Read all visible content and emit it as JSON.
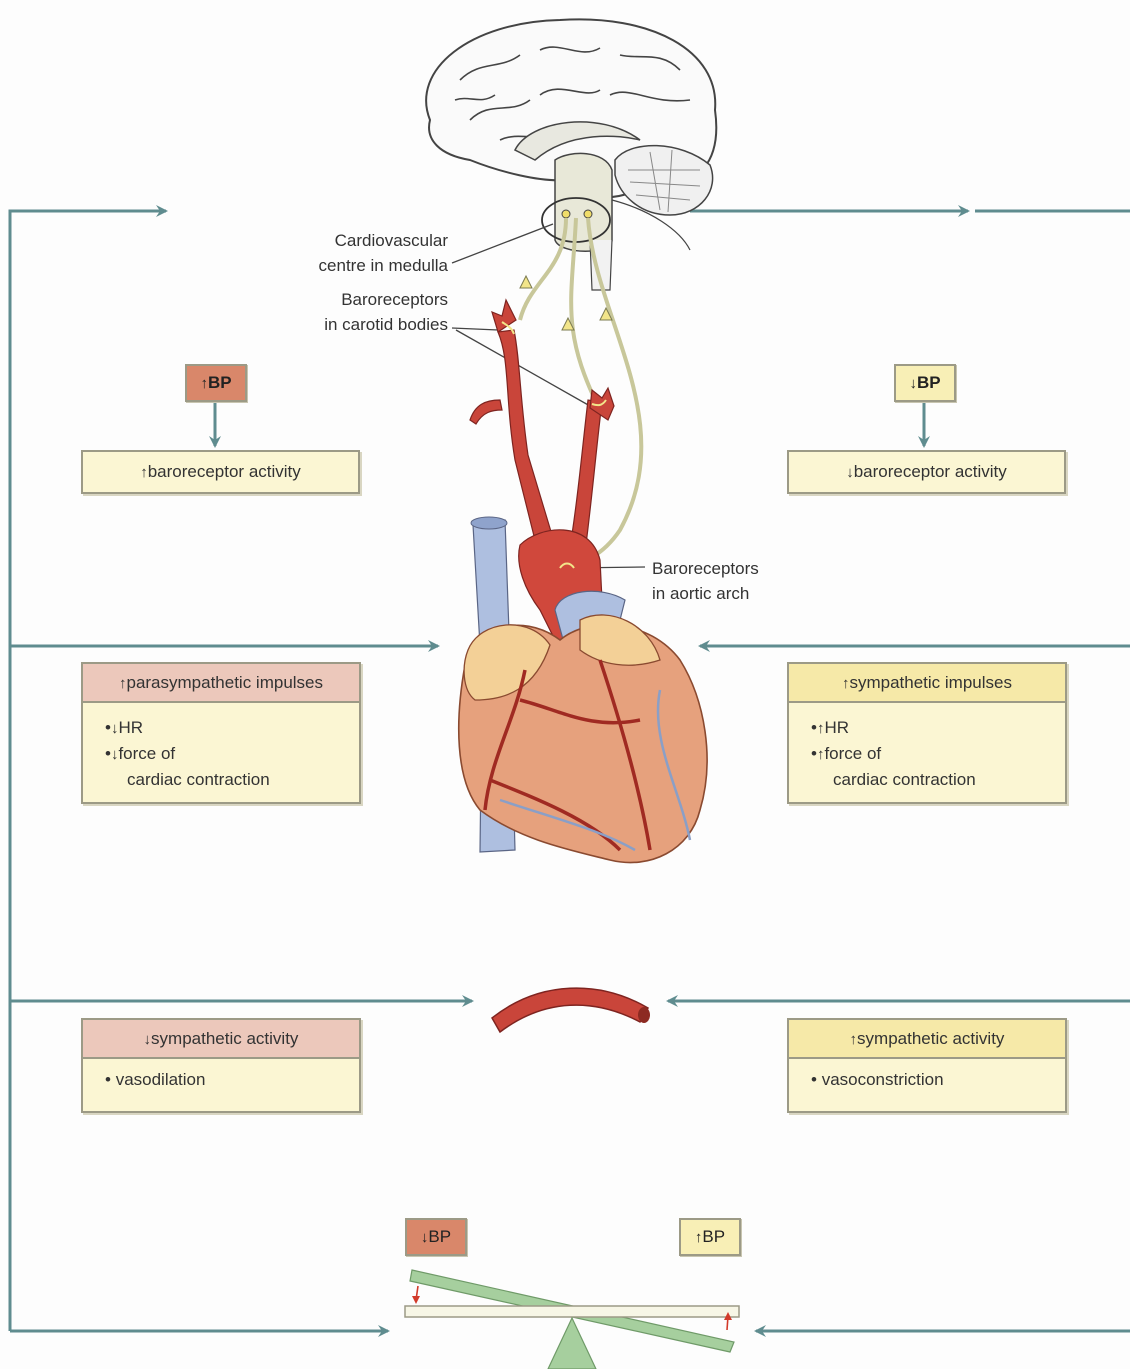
{
  "labels": {
    "cardiovascular_centre": [
      "Cardiovascular",
      "centre in medulla"
    ],
    "carotid_baroreceptors": [
      "Baroreceptors",
      "in carotid bodies"
    ],
    "aortic_baroreceptors": [
      "Baroreceptors",
      "in aortic arch"
    ]
  },
  "bp_badges": {
    "top_left": "BP",
    "top_left_arrow": "↑",
    "top_right": "BP",
    "top_right_arrow": "↓",
    "bottom_left": "BP",
    "bottom_left_arrow": "↓",
    "bottom_right": "BP",
    "bottom_right_arrow": "↑"
  },
  "baroreceptor_boxes": {
    "left": {
      "arrow": "↑",
      "text": "baroreceptor activity"
    },
    "right": {
      "arrow": "↓",
      "text": "baroreceptor activity"
    }
  },
  "heart_boxes": {
    "left": {
      "head_arrow": "↑",
      "head": "parasympathetic impulses",
      "items": [
        {
          "bullet": "•",
          "arrow": "↓",
          "text": "HR"
        },
        {
          "bullet": "•",
          "arrow": "↓",
          "text": "force of"
        }
      ],
      "continuation": "cardiac contraction"
    },
    "right": {
      "head_arrow": "↑",
      "head": "sympathetic impulses",
      "items": [
        {
          "bullet": "•",
          "arrow": "↑",
          "text": "HR"
        },
        {
          "bullet": "•",
          "arrow": "↑",
          "text": "force of"
        }
      ],
      "continuation": "cardiac contraction"
    }
  },
  "vessel_boxes": {
    "left": {
      "head_arrow": "↓",
      "head": "sympathetic activity",
      "bullet": "•",
      "item": "vasodilation"
    },
    "right": {
      "head_arrow": "↑",
      "head": "sympathetic activity",
      "bullet": "•",
      "item": "vasoconstriction"
    }
  },
  "colors": {
    "line": "#5f8c8f",
    "artery": "#c9453a",
    "vein": "#aebfe0",
    "heart": "#e6a17d",
    "nerve": "#c8c79a",
    "box_fill": "#fbf6d3",
    "pink_head": "#ecc8bb",
    "yellow_head": "#f6e9a8",
    "scale_green": "#a6cf9e"
  }
}
